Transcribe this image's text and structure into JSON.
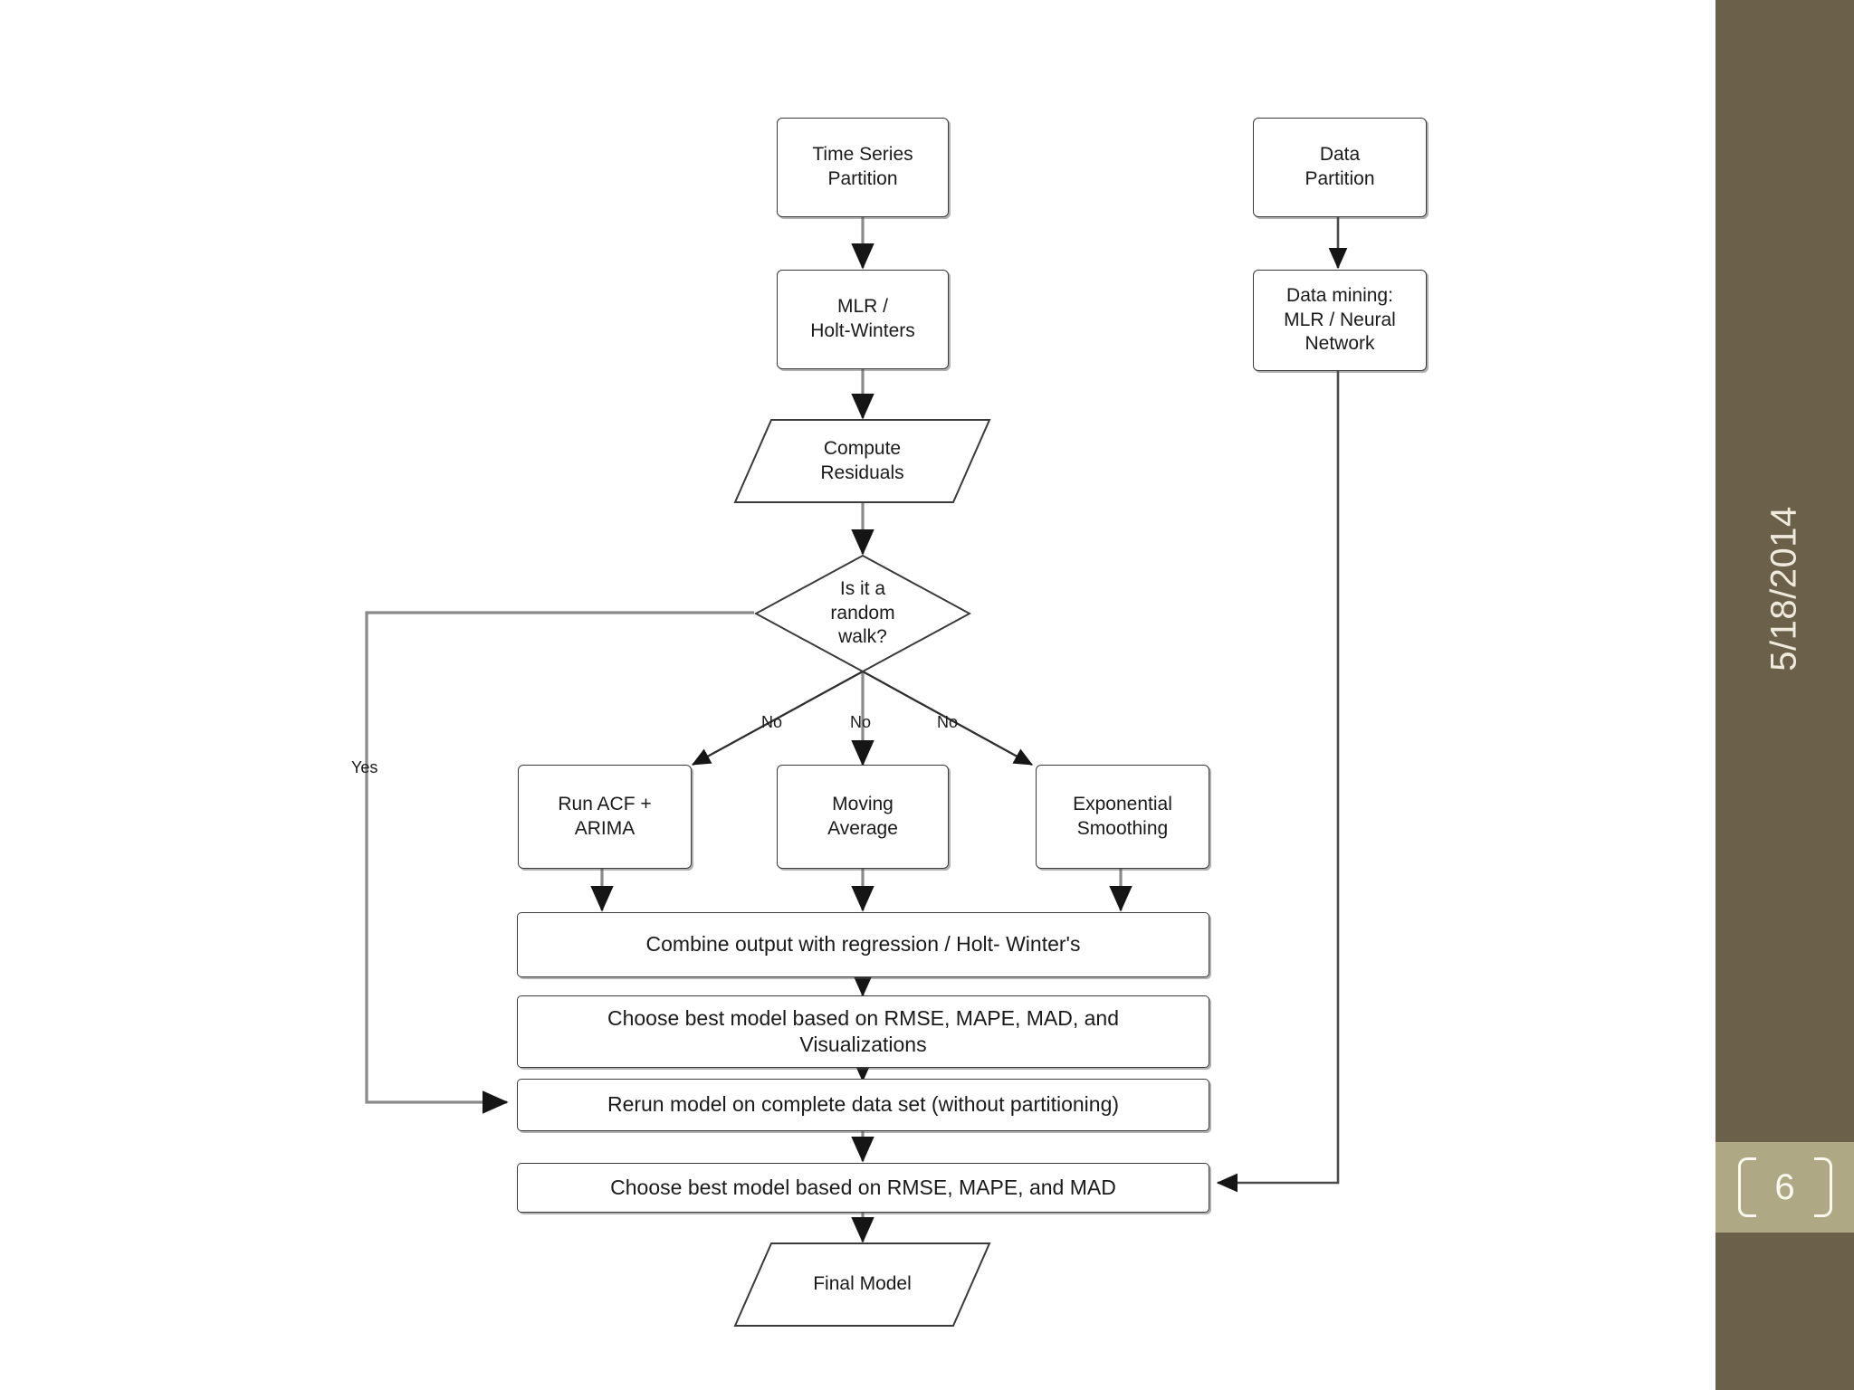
{
  "slide": {
    "background_color": "#ffffff",
    "sidebar": {
      "background_color": "#6B614A",
      "date": "5/18/2014",
      "page_number": "6",
      "page_band_color": "#AFA885",
      "text_color": "#EFEADC"
    }
  },
  "diagram": {
    "type": "flowchart",
    "title": "",
    "nodes": [
      {
        "id": "time-series-partition",
        "shape": "rounded-rect",
        "label": "Time Series\nPartition",
        "line1": "Time Series",
        "line2": "Partition"
      },
      {
        "id": "mlr-holt-winters",
        "shape": "rounded-rect",
        "label": "MLR /\nHolt-Winters",
        "line1": "MLR /",
        "line2": "Holt-Winters"
      },
      {
        "id": "compute-residuals",
        "shape": "parallelogram",
        "label": "Compute\nResiduals",
        "line1": "Compute",
        "line2": "Residuals"
      },
      {
        "id": "is-it-a-random-walk",
        "shape": "diamond",
        "label": "Is it a\nrandom\nwalk?",
        "line1": "Is it a",
        "line2": "random",
        "line3": "walk?"
      },
      {
        "id": "run-acf-arima",
        "shape": "rounded-rect",
        "label": "Run ACF +\nARIMA",
        "line1": "Run ACF +",
        "line2": "ARIMA"
      },
      {
        "id": "moving-average",
        "shape": "rounded-rect",
        "label": "Moving\nAverage",
        "line1": "Moving",
        "line2": "Average"
      },
      {
        "id": "exponential-smoothing",
        "shape": "rounded-rect",
        "label": "Exponential\nSmoothing",
        "line1": "Exponential",
        "line2": "Smoothing"
      },
      {
        "id": "combine-output",
        "shape": "rounded-rect-wide",
        "label": "Combine output with regression / Holt- Winter's"
      },
      {
        "id": "choose-best-model-visualizations",
        "shape": "rounded-rect-wide",
        "label": "Choose best model based on RMSE, MAPE, MAD, and Visualizations",
        "line1": "Choose best model based on RMSE, MAPE, MAD, and",
        "line2": "Visualizations"
      },
      {
        "id": "rerun-model",
        "shape": "rounded-rect-wide",
        "label": "Rerun model on complete data set (without partitioning)"
      },
      {
        "id": "choose-best-model-rmse",
        "shape": "rounded-rect-wide",
        "label": "Choose best model based on RMSE, MAPE, and MAD"
      },
      {
        "id": "final-model",
        "shape": "parallelogram",
        "label": "Final Model"
      },
      {
        "id": "data-partition",
        "shape": "rounded-rect",
        "label": "Data\nPartition",
        "line1": "Data",
        "line2": "Partition"
      },
      {
        "id": "data-mining",
        "shape": "rounded-rect",
        "label": "Data mining:\nMLR / Neural\nNetwork",
        "line1": "Data mining:",
        "line2": "MLR / Neural",
        "line3": "Network"
      }
    ],
    "edge_labels": {
      "yes": "Yes",
      "no_left": "No",
      "no_center": "No",
      "no_right": "No"
    },
    "edges": [
      {
        "from": "time-series-partition",
        "to": "mlr-holt-winters",
        "label": ""
      },
      {
        "from": "mlr-holt-winters",
        "to": "compute-residuals",
        "label": ""
      },
      {
        "from": "compute-residuals",
        "to": "is-it-a-random-walk",
        "label": ""
      },
      {
        "from": "is-it-a-random-walk",
        "to": "run-acf-arima",
        "label": "No"
      },
      {
        "from": "is-it-a-random-walk",
        "to": "moving-average",
        "label": "No"
      },
      {
        "from": "is-it-a-random-walk",
        "to": "exponential-smoothing",
        "label": "No"
      },
      {
        "from": "is-it-a-random-walk",
        "to": "rerun-model",
        "label": "Yes"
      },
      {
        "from": "run-acf-arima",
        "to": "combine-output",
        "label": ""
      },
      {
        "from": "moving-average",
        "to": "combine-output",
        "label": ""
      },
      {
        "from": "exponential-smoothing",
        "to": "combine-output",
        "label": ""
      },
      {
        "from": "combine-output",
        "to": "choose-best-model-visualizations",
        "label": ""
      },
      {
        "from": "choose-best-model-visualizations",
        "to": "rerun-model",
        "label": ""
      },
      {
        "from": "rerun-model",
        "to": "choose-best-model-rmse",
        "label": ""
      },
      {
        "from": "choose-best-model-rmse",
        "to": "final-model",
        "label": ""
      },
      {
        "from": "data-partition",
        "to": "data-mining",
        "label": ""
      },
      {
        "from": "data-mining",
        "to": "choose-best-model-rmse",
        "label": ""
      }
    ]
  }
}
